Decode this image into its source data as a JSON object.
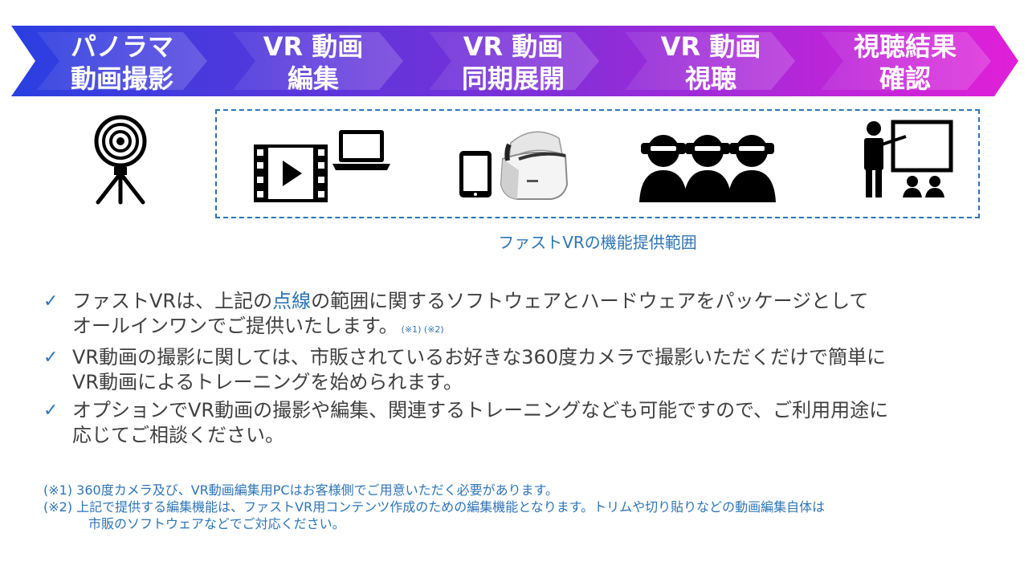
{
  "steps": [
    {
      "line1": "パノラマ",
      "line2": "動画撮影"
    },
    {
      "line1": "VR 動画",
      "line2": "編集"
    },
    {
      "line1": "VR 動画",
      "line2": "同期展開"
    },
    {
      "line1": "VR 動画",
      "line2": "視聴"
    },
    {
      "line1": "視聴結果",
      "line2": "確認"
    }
  ],
  "scope_caption": "ファストVRの機能提供範囲",
  "bullets": {
    "b1_pre": "ファストVRは、上記の",
    "b1_hl": "点線",
    "b1_post": "の範囲に関するソフトウェアとハードウェアをパッケージとして",
    "b1_line2": "オールインワンでご提供いたします。",
    "b1_refs": "(※1) (※2)",
    "b2_line1": "VR動画の撮影に関しては、市販されているお好きな360度カメラで撮影いただくだけで簡単に",
    "b2_line2": "VR動画によるトレーニングを始められます。",
    "b3_line1": "オプションでVR動画の撮影や編集、関連するトレーニングなども可能ですので、ご利用用途に",
    "b3_line2": "応じてご相談ください。",
    "check": "✓"
  },
  "footnotes": {
    "fn1": "(※1) 360度カメラ及び、VR動画編集用PCはお客様側でご用意いただく必要があります。",
    "fn2": "(※2) 上記で提供する編集機能は、ファストVR用コンテンツ作成のための編集機能となります。トリムや切り貼りなどの動画編集自体は",
    "fn2_cont": "市販のソフトウェアなどでご対応ください。"
  },
  "colors": {
    "gradient_start": "#2a3fe0",
    "gradient_mid": "#7a30d8",
    "gradient_end": "#e020d8",
    "accent": "#2e75b6"
  },
  "icons": [
    "360-camera-icon",
    "video-film-icon",
    "laptop-icon",
    "tablet-icon",
    "vr-headset-icon",
    "vr-users-icon",
    "presentation-icon"
  ]
}
